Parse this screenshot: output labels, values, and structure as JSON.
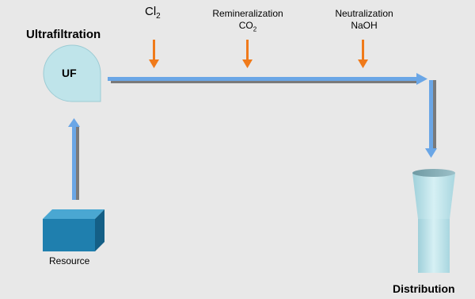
{
  "title_left": "Ultrafiltration",
  "uf_label": "UF",
  "resource_label": "Resource",
  "distribution_label": "Distribution",
  "dosing": {
    "cl2": {
      "base": "Cl",
      "sub": "2"
    },
    "remineralization": {
      "title": "Remineralization",
      "base": "CO",
      "sub": "2"
    },
    "neutralization": {
      "title": "Neutralization",
      "chem": "NaOH"
    }
  },
  "colors": {
    "background": "#e8e8e8",
    "flow_arrow": "#6aa6e6",
    "flow_shadow": "#7a7a7a",
    "dosing_arrow": "#f07a1a",
    "uf_fill": "#bfe4ea",
    "resource_front": "#1f7fae",
    "resource_top": "#4aa7d2",
    "resource_side": "#145f86",
    "tank_fill": "#bfe4ea"
  }
}
